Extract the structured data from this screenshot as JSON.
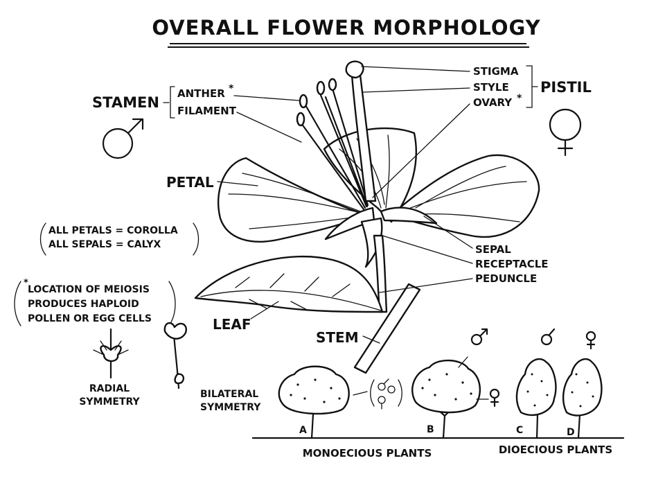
{
  "title": "OVERALL FLOWER MORPHOLOGY",
  "labels": {
    "stamen": "STAMEN",
    "anther": "ANTHER",
    "filament": "FILAMENT",
    "stigma": "STIGMA",
    "style": "STYLE",
    "ovary": "OVARY",
    "pistil": "PISTIL",
    "petal": "PETAL",
    "sepal": "SEPAL",
    "receptacle": "RECEPTACLE",
    "peduncle": "PEDUNCLE",
    "leaf": "LEAF",
    "stem": "STEM",
    "asterisk": "*"
  },
  "notes": {
    "corolla": "ALL PETALS = COROLLA",
    "calyx": "ALL SEPALS = CALYX",
    "meiosis": [
      "LOCATION OF MEIOSIS",
      "PRODUCES HAPLOID",
      "POLLEN OR EGG CELLS"
    ]
  },
  "symmetry": {
    "radial": [
      "RADIAL",
      "SYMMETRY"
    ],
    "bilateral": [
      "BILATERAL",
      "SYMMETRY"
    ]
  },
  "plants": {
    "letters": [
      "A",
      "B",
      "C",
      "D"
    ],
    "monoecious": "MONOECIOUS PLANTS",
    "dioecious": "DIOECIOUS PLANTS"
  },
  "icons": [
    "male-symbol-icon",
    "female-symbol-icon"
  ]
}
